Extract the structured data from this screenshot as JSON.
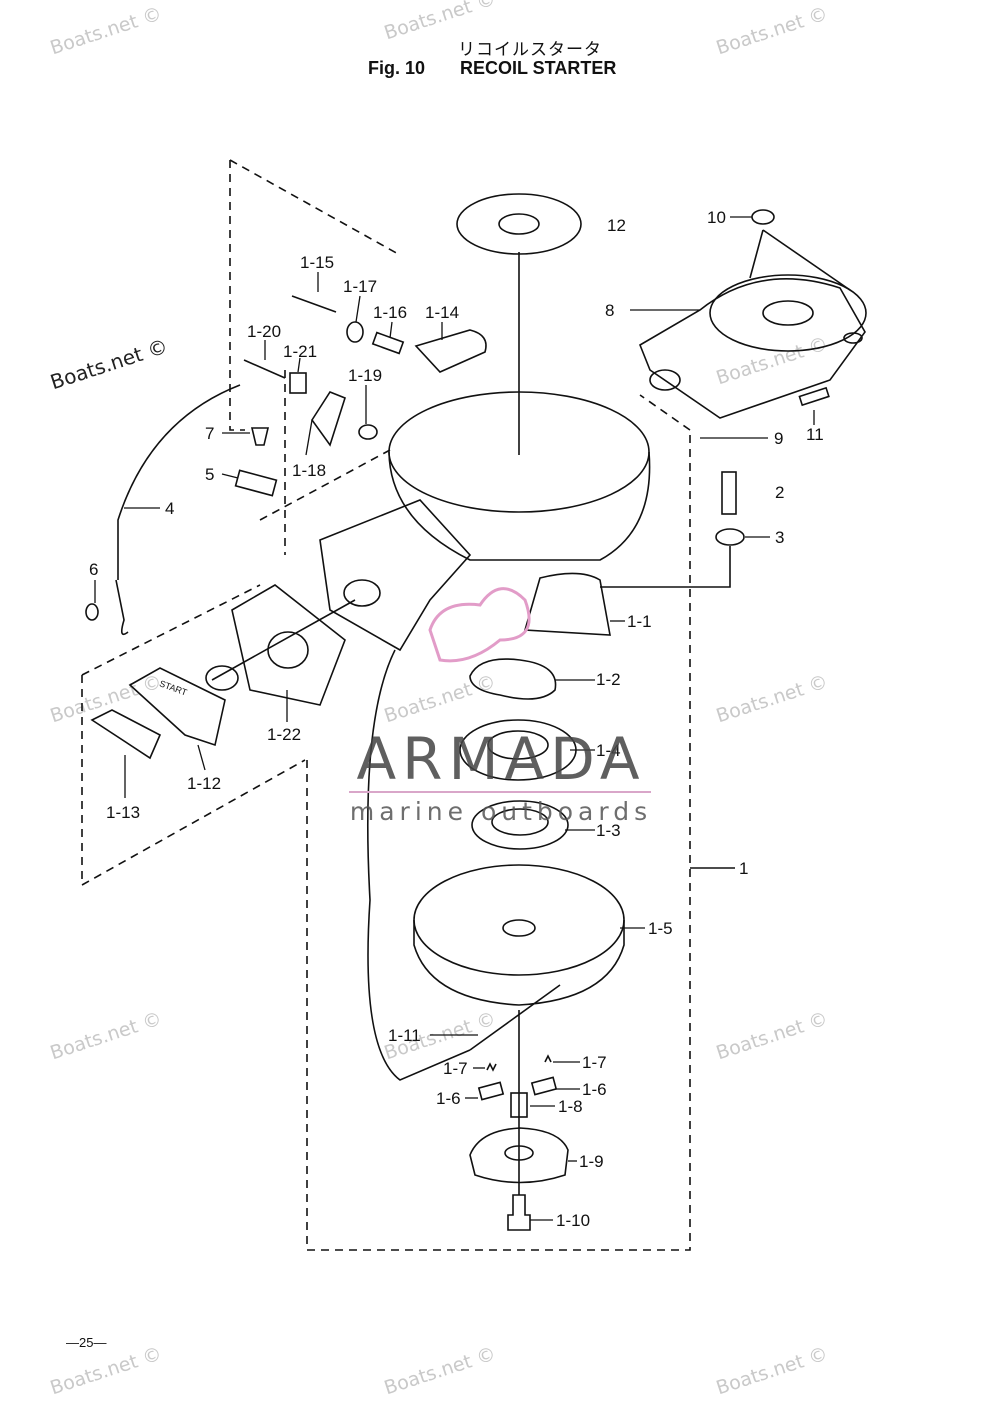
{
  "header": {
    "title_jp": "リコイルスタータ",
    "fig_label": "Fig. 10",
    "title_en": "RECOIL STARTER"
  },
  "watermark": {
    "text": "Boats.net ©",
    "dark_text": "Boats.net ©"
  },
  "logo": {
    "name": "ARMADA",
    "subtitle": "marine outboards",
    "accent_color": "#d66aa9"
  },
  "parts": [
    {
      "label": "12"
    },
    {
      "label": "10"
    },
    {
      "label": "8"
    },
    {
      "label": "9"
    },
    {
      "label": "11"
    },
    {
      "label": "2"
    },
    {
      "label": "3"
    },
    {
      "label": "1-1"
    },
    {
      "label": "1-2"
    },
    {
      "label": "1-4"
    },
    {
      "label": "1-3"
    },
    {
      "label": "1"
    },
    {
      "label": "1-5"
    },
    {
      "label": "1-11"
    },
    {
      "label": "1-7"
    },
    {
      "label": "1-7"
    },
    {
      "label": "1-6"
    },
    {
      "label": "1-6"
    },
    {
      "label": "1-8"
    },
    {
      "label": "1-9"
    },
    {
      "label": "1-10"
    },
    {
      "label": "1-15"
    },
    {
      "label": "1-17"
    },
    {
      "label": "1-16"
    },
    {
      "label": "1-14"
    },
    {
      "label": "1-20"
    },
    {
      "label": "1-21"
    },
    {
      "label": "1-19"
    },
    {
      "label": "1-18"
    },
    {
      "label": "7"
    },
    {
      "label": "5"
    },
    {
      "label": "4"
    },
    {
      "label": "6"
    },
    {
      "label": "1-22"
    },
    {
      "label": "1-12"
    },
    {
      "label": "1-13"
    }
  ],
  "handle_text": "START",
  "page_number": "—25—"
}
